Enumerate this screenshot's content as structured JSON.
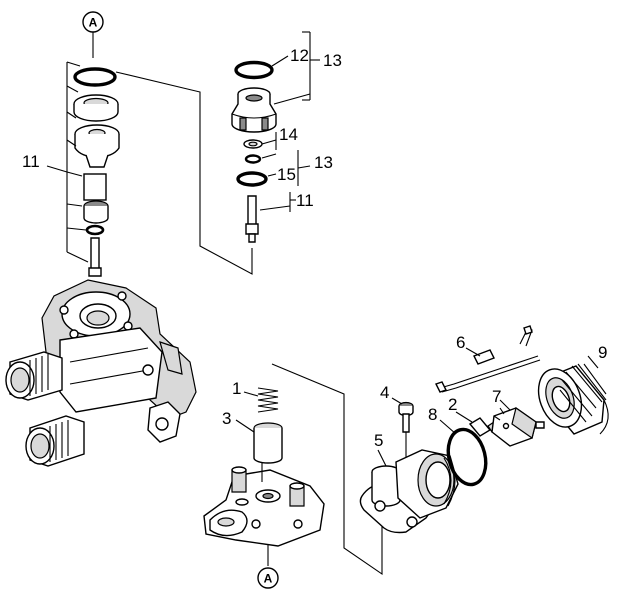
{
  "markers": {
    "top": "A",
    "bottom": "A"
  },
  "callouts": {
    "p1": "1",
    "p2": "2",
    "p3": "3",
    "p4": "4",
    "p5": "5",
    "p6": "6",
    "p7": "7",
    "p8": "8",
    "p9": "9",
    "p11_left": "11",
    "p11_right": "11",
    "p12": "12",
    "p13_top": "13",
    "p13_mid": "13",
    "p14": "14",
    "p15": "15"
  }
}
